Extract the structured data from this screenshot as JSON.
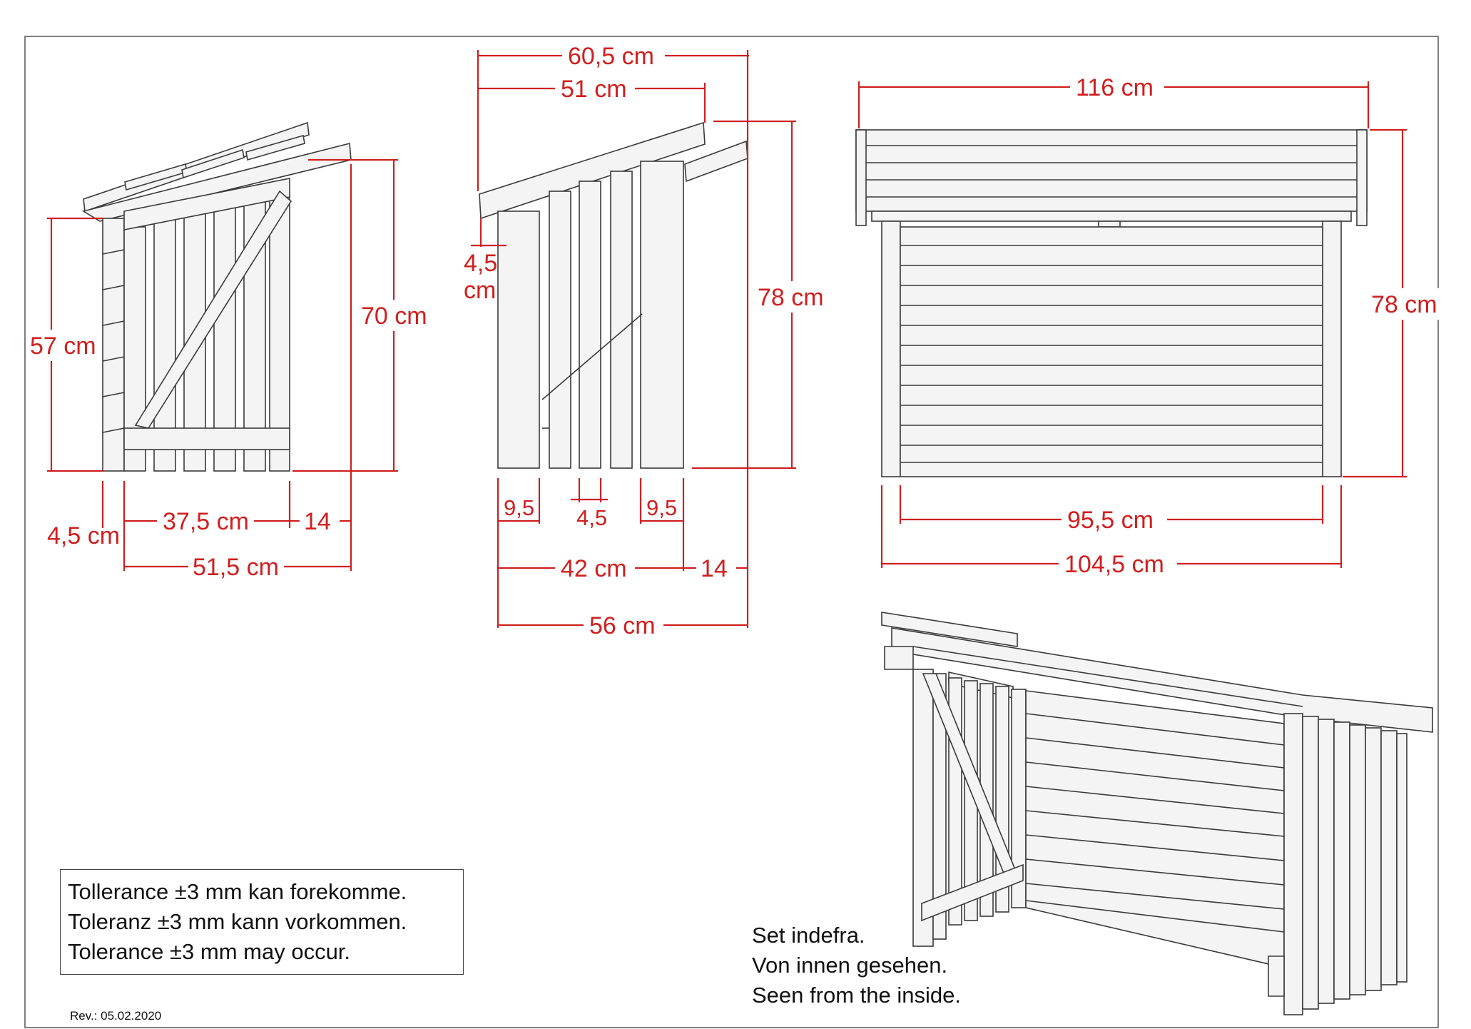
{
  "tolerance_notes": [
    "Tollerance ±3 mm kan forekomme.",
    "Toleranz ±3 mm kann vorkommen.",
    "Tolerance ±3 mm may occur."
  ],
  "inside_view_notes": [
    "Set indefra.",
    "Von innen gesehen.",
    "Seen from the inside."
  ],
  "revision": "Rev.: 05.02.2020",
  "side_view": {
    "height_front": "57 cm",
    "height_back": "70 cm",
    "depth_post": "4,5 cm",
    "depth_inner": "37,5 cm",
    "overhang": "14",
    "depth_total": "51,5 cm"
  },
  "end_view": {
    "roof_depth": "60,5 cm",
    "roof_inner": "51 cm",
    "roof_thickness_value": "4,5",
    "roof_thickness_unit": "cm",
    "height": "78 cm",
    "board_left": "9,5",
    "gap": "4,5",
    "board_right": "9,5",
    "inner_width": "42 cm",
    "overhang": "14",
    "total_depth": "56 cm"
  },
  "front_view": {
    "roof_width": "116 cm",
    "height": "78 cm",
    "inner_width": "95,5 cm",
    "outer_width": "104,5 cm"
  },
  "colors": {
    "dimension": "#d01f1f",
    "line": "#3a3a3a",
    "frame": "#555555"
  }
}
